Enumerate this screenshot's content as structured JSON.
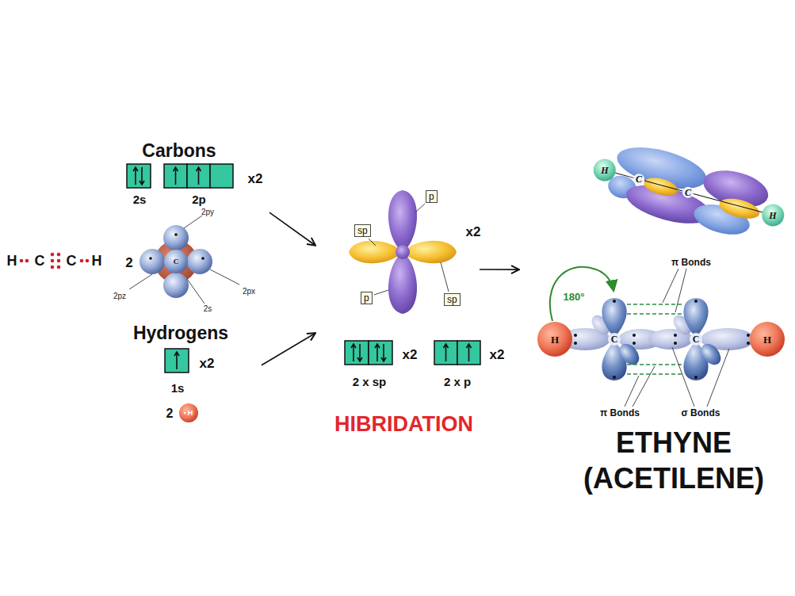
{
  "diagram": {
    "nodes": [
      {
        "text": [
          "Carbons"
        ]
      },
      {
        "text": [
          "Hydrogens"
        ]
      },
      {
        "text": [
          "HIBRIDATION"
        ]
      },
      {
        "text": [
          "sp"
        ],
        "in": 2
      },
      {
        "text": [
          "p"
        ],
        "in": 2
      },
      {
        "text": [
          "p"
        ],
        "in": 2
      },
      {
        "text": [
          "sp"
        ],
        "in": 2
      },
      {
        "text": [
          "ETHYNE (ACETILENE)"
        ]
      }
    ],
    "edges": [
      {
        "from": 0,
        "to": 2,
        "arrow": "to"
      },
      {
        "from": 1,
        "to": 2,
        "arrow": "to"
      },
      {
        "from": 2,
        "to": 7,
        "arrow": "to"
      }
    ],
    "labels": [
      "H",
      "C",
      "C",
      "H",
      "2s",
      "2p",
      "x2",
      "2py",
      "2",
      "C",
      "2pz",
      "2px",
      "2s",
      "x2",
      "1s",
      "2",
      "H",
      "x2",
      "x2",
      "2 x sp",
      "x2",
      "2 x p",
      "H",
      "C",
      "C",
      "H",
      "π Bonds",
      "180°",
      "H",
      "C",
      "C",
      "H",
      "π Bonds",
      "σ Bonds"
    ]
  }
}
